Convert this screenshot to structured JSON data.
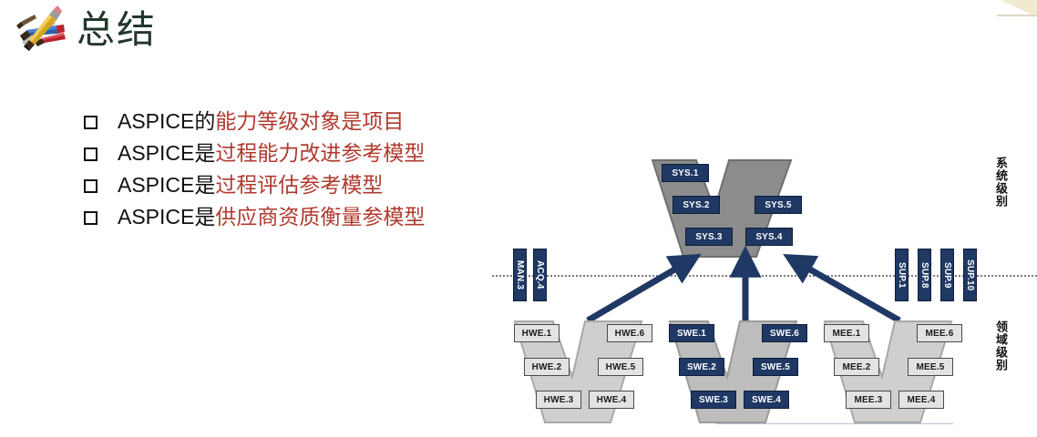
{
  "slide": {
    "title": "总结",
    "title_icon": "pencils-icon",
    "page_curl_color": "#f2ead0"
  },
  "bullets": [
    {
      "marker": "square-bullet",
      "prefix": "ASPICE的",
      "highlight": "能力等级对象是项目"
    },
    {
      "marker": "square-bullet",
      "prefix": "ASPICE是",
      "highlight": "过程能力改进参考模型"
    },
    {
      "marker": "square-bullet",
      "prefix": "ASPICE是",
      "highlight": "过程评估参考模型"
    },
    {
      "marker": "square-bullet",
      "prefix": "ASPICE是",
      "highlight": "供应商资质衡量参模型"
    }
  ],
  "colors": {
    "accent_dark": "#1f3864",
    "highlight_text": "#b03a2e",
    "title_text": "#22372c",
    "v_gray": "#8c8c8c",
    "light_box": "#e3e3e3"
  },
  "diagram": {
    "level_labels": {
      "system": "系统级别",
      "domain": "领域级别"
    },
    "system_v": {
      "name": "SYS",
      "style": "dark",
      "boxes": [
        {
          "id": "SYS.1",
          "label": "SYS.1"
        },
        {
          "id": "SYS.2",
          "label": "SYS.2"
        },
        {
          "id": "SYS.3",
          "label": "SYS.3"
        },
        {
          "id": "SYS.4",
          "label": "SYS.4"
        },
        {
          "id": "SYS.5",
          "label": "SYS.5"
        }
      ]
    },
    "left_processes": [
      {
        "label": "MAN.3"
      },
      {
        "label": "ACQ.4"
      }
    ],
    "right_processes": [
      {
        "label": "SUP.1"
      },
      {
        "label": "SUP.8"
      },
      {
        "label": "SUP.9"
      },
      {
        "label": "SUP.10"
      }
    ],
    "domain_vs": [
      {
        "name": "HWE",
        "style": "light",
        "boxes": [
          {
            "label": "HWE.1"
          },
          {
            "label": "HWE.2"
          },
          {
            "label": "HWE.3"
          },
          {
            "label": "HWE.4"
          },
          {
            "label": "HWE.5"
          },
          {
            "label": "HWE.6"
          }
        ]
      },
      {
        "name": "SWE",
        "style": "dark",
        "boxes": [
          {
            "label": "SWE.1"
          },
          {
            "label": "SWE.2"
          },
          {
            "label": "SWE.3"
          },
          {
            "label": "SWE.4"
          },
          {
            "label": "SWE.5"
          },
          {
            "label": "SWE.6"
          }
        ]
      },
      {
        "name": "MEE",
        "style": "light",
        "boxes": [
          {
            "label": "MEE.1"
          },
          {
            "label": "MEE.2"
          },
          {
            "label": "MEE.3"
          },
          {
            "label": "MEE.4"
          },
          {
            "label": "MEE.5"
          },
          {
            "label": "MEE.6"
          }
        ]
      }
    ],
    "arrows": [
      {
        "id": "arrow-hwe-to-sys",
        "direction": "up-right"
      },
      {
        "id": "arrow-swe-to-sys",
        "direction": "up"
      },
      {
        "id": "arrow-mee-to-sys",
        "direction": "up-left"
      }
    ],
    "divider": "dotted-level-divider"
  }
}
